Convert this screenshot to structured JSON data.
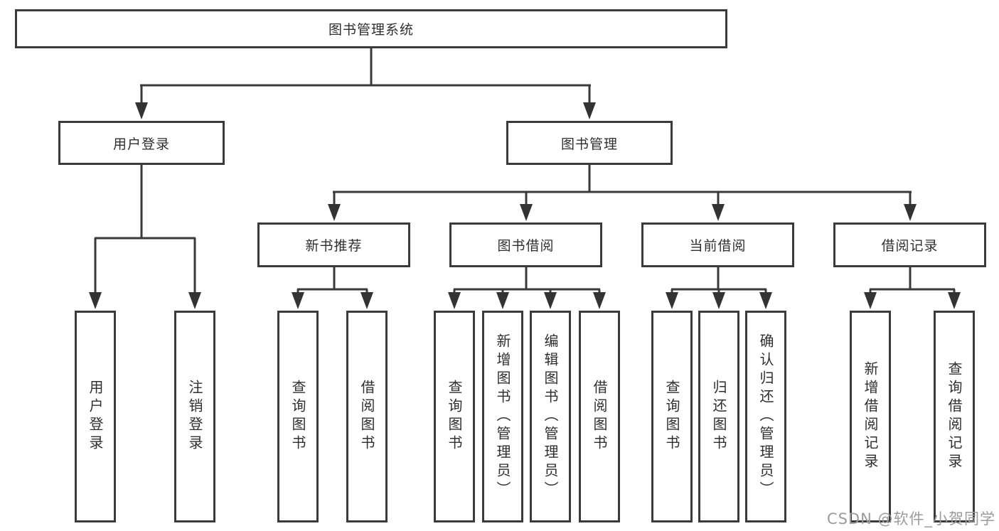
{
  "tree": {
    "root": {
      "label": "图书管理系统",
      "children": [
        {
          "label": "用户登录",
          "children": [
            {
              "label": "用户登录"
            },
            {
              "label": "注销登录"
            }
          ]
        },
        {
          "label": "图书管理",
          "children": [
            {
              "label": "新书推荐",
              "children": [
                {
                  "label": "查询图书"
                },
                {
                  "label": "借阅图书"
                }
              ]
            },
            {
              "label": "图书借阅",
              "children": [
                {
                  "label": "查询图书"
                },
                {
                  "label": "新增图书（管理员）"
                },
                {
                  "label": "编辑图书（管理员）"
                },
                {
                  "label": "借阅图书"
                }
              ]
            },
            {
              "label": "当前借阅",
              "children": [
                {
                  "label": "查询图书"
                },
                {
                  "label": "归还图书"
                },
                {
                  "label": "确认归还（管理员）"
                }
              ]
            },
            {
              "label": "借阅记录",
              "children": [
                {
                  "label": "新增借阅记录"
                },
                {
                  "label": "查询借阅记录"
                }
              ]
            }
          ]
        }
      ]
    }
  },
  "watermark": "CSDN @软件_小贺同学",
  "colors": {
    "line": "#3a3a3a",
    "box_border": "#3a3a3a",
    "box_background": "#ffffff",
    "text": "#2f2f2f",
    "watermark": "#9b9b9f"
  }
}
